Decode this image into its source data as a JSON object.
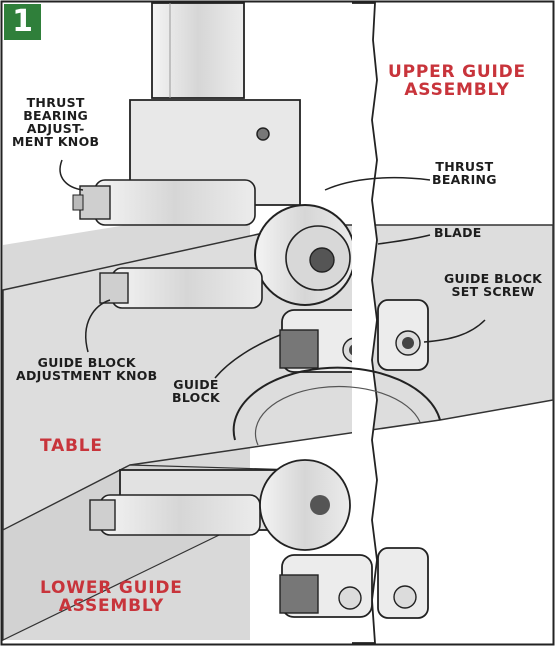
{
  "figure": {
    "number": "1",
    "accent_color": "#c8343b",
    "badge_color": "#2f7f3a",
    "labels": {
      "upper_guide_assembly": [
        "UPPER GUIDE",
        "ASSEMBLY"
      ],
      "thrust_bearing_adjustment_knob": [
        "THRUST",
        "BEARING",
        "ADJUST-",
        "MENT KNOB"
      ],
      "thrust_bearing": [
        "THRUST",
        "BEARING"
      ],
      "blade": [
        "BLADE"
      ],
      "guide_block_set_screw": [
        "GUIDE BLOCK",
        "SET SCREW"
      ],
      "guide_block_adjustment_knob": [
        "GUIDE BLOCK",
        "ADJUSTMENT KNOB"
      ],
      "guide_block": [
        "GUIDE",
        "BLOCK"
      ],
      "table": [
        "TABLE"
      ],
      "lower_guide_assembly": [
        "LOWER GUIDE",
        "ASSEMBLY"
      ]
    }
  }
}
